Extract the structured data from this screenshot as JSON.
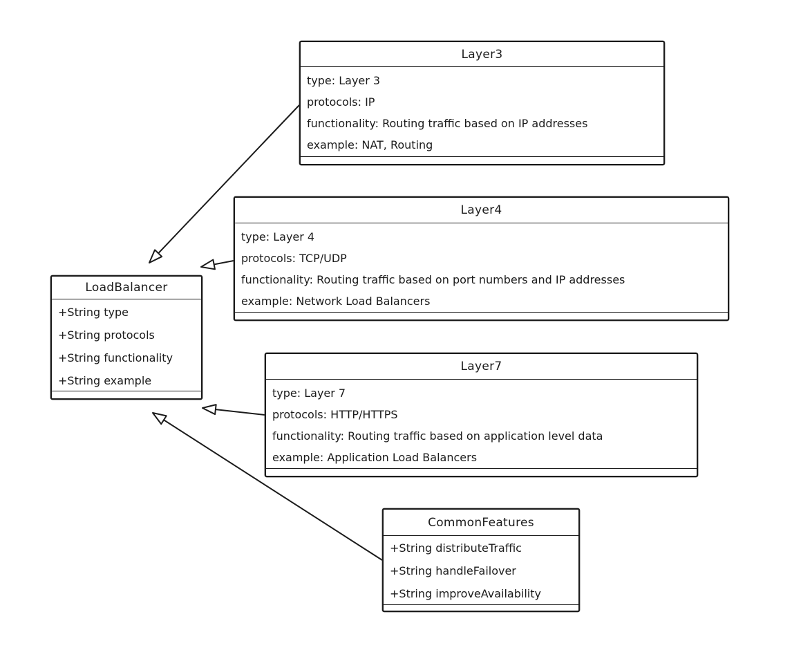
{
  "diagram": {
    "kind": "uml-class-diagram",
    "colors": {
      "stroke": "#1b1b1b",
      "box_fill": "#ffffff",
      "background": "#ffffff"
    },
    "classes": [
      {
        "id": "Layer3",
        "title": "Layer3",
        "members": [
          "type: Layer 3",
          "protocols: IP",
          "functionality: Routing traffic based on IP addresses",
          "example: NAT, Routing"
        ]
      },
      {
        "id": "Layer4",
        "title": "Layer4",
        "members": [
          "type: Layer 4",
          "protocols: TCP/UDP",
          "functionality: Routing traffic based on port numbers and IP addresses",
          "example: Network Load Balancers"
        ]
      },
      {
        "id": "Layer7",
        "title": "Layer7",
        "members": [
          "type: Layer 7",
          "protocols: HTTP/HTTPS",
          "functionality: Routing traffic based on application level data",
          "example: Application Load Balancers"
        ]
      },
      {
        "id": "LoadBalancer",
        "title": "LoadBalancer",
        "members": [
          "+String type",
          "+String protocols",
          "+String functionality",
          "+String example"
        ]
      },
      {
        "id": "CommonFeatures",
        "title": "CommonFeatures",
        "members": [
          "+String distributeTraffic",
          "+String handleFailover",
          "+String improveAvailability"
        ]
      }
    ],
    "relations": [
      {
        "from": "Layer3",
        "to": "LoadBalancer",
        "type": "inheritance",
        "arrowhead": "hollow-triangle"
      },
      {
        "from": "Layer4",
        "to": "LoadBalancer",
        "type": "inheritance",
        "arrowhead": "hollow-triangle"
      },
      {
        "from": "Layer7",
        "to": "LoadBalancer",
        "type": "inheritance",
        "arrowhead": "hollow-triangle"
      },
      {
        "from": "CommonFeatures",
        "to": "LoadBalancer",
        "type": "inheritance",
        "arrowhead": "hollow-triangle"
      }
    ]
  }
}
